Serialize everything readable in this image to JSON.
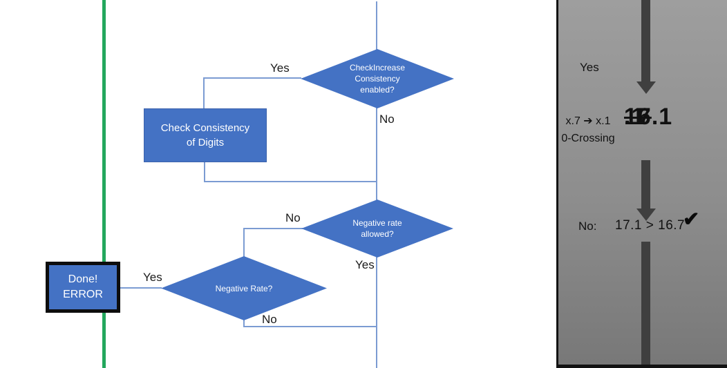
{
  "flowchart": {
    "nodes": {
      "check_increase": {
        "line1": "CheckIncrease",
        "line2": "Consistency",
        "line3": "enabled?"
      },
      "check_consistency": {
        "line1": "Check Consistency",
        "line2": "of Digits"
      },
      "negative_rate_allowed": {
        "line1": "Negative rate",
        "line2": "allowed?"
      },
      "negative_rate": {
        "line1": "Negative Rate?"
      },
      "done_error": {
        "line1": "Done!",
        "line2": "ERROR"
      }
    },
    "edge_labels": {
      "yes_check_increase": "Yes",
      "no_check_increase": "No",
      "no_negative_rate_allowed": "No",
      "yes_negative_rate_allowed": "Yes",
      "yes_negative_rate": "Yes",
      "no_negative_rate": "No"
    }
  },
  "panel": {
    "yes_label": "Yes",
    "condition_line1": "x.7 ➔ x.1",
    "condition_line2": "0-Crossing",
    "old_value_struck": "16",
    "old_value_rest": ".1",
    "new_value": "17.1",
    "result_label": "No:",
    "comparison": "17.1 > 16.7",
    "check_icon": "✔"
  },
  "colors": {
    "shape_fill": "#4472C4",
    "connector": "#7B9BD2",
    "green_line": "#23A75D",
    "panel_arrow": "#3F3F3F",
    "panel_gradient_top": "#9E9E9E",
    "panel_gradient_bottom": "#787878"
  }
}
